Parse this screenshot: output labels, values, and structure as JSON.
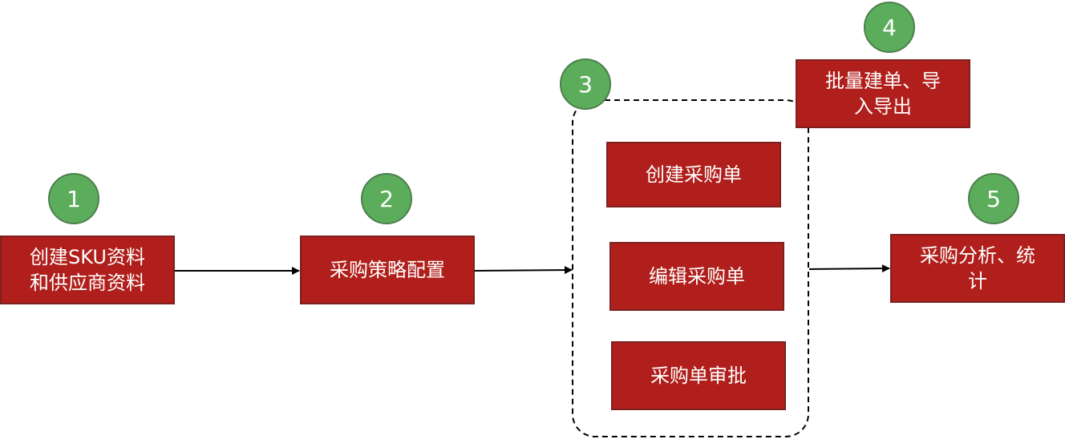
{
  "badges": {
    "b1": "1",
    "b2": "2",
    "b3": "3",
    "b4": "4",
    "b5": "5"
  },
  "steps": {
    "create_sku": "创建SKU资料\n和供应商资料",
    "strategy": "采购策略配置",
    "create_po": "创建采购单",
    "edit_po": "编辑采购单",
    "approve_po": "采购单审批",
    "batch": "批量建单、导\n入导出",
    "analysis": "采购分析、统\n计"
  },
  "colors": {
    "box_fill": "#b01f1b",
    "box_border": "#7c211f",
    "badge_fill": "#5cad5b",
    "badge_border": "#4c7f4d",
    "line": "#000000"
  }
}
